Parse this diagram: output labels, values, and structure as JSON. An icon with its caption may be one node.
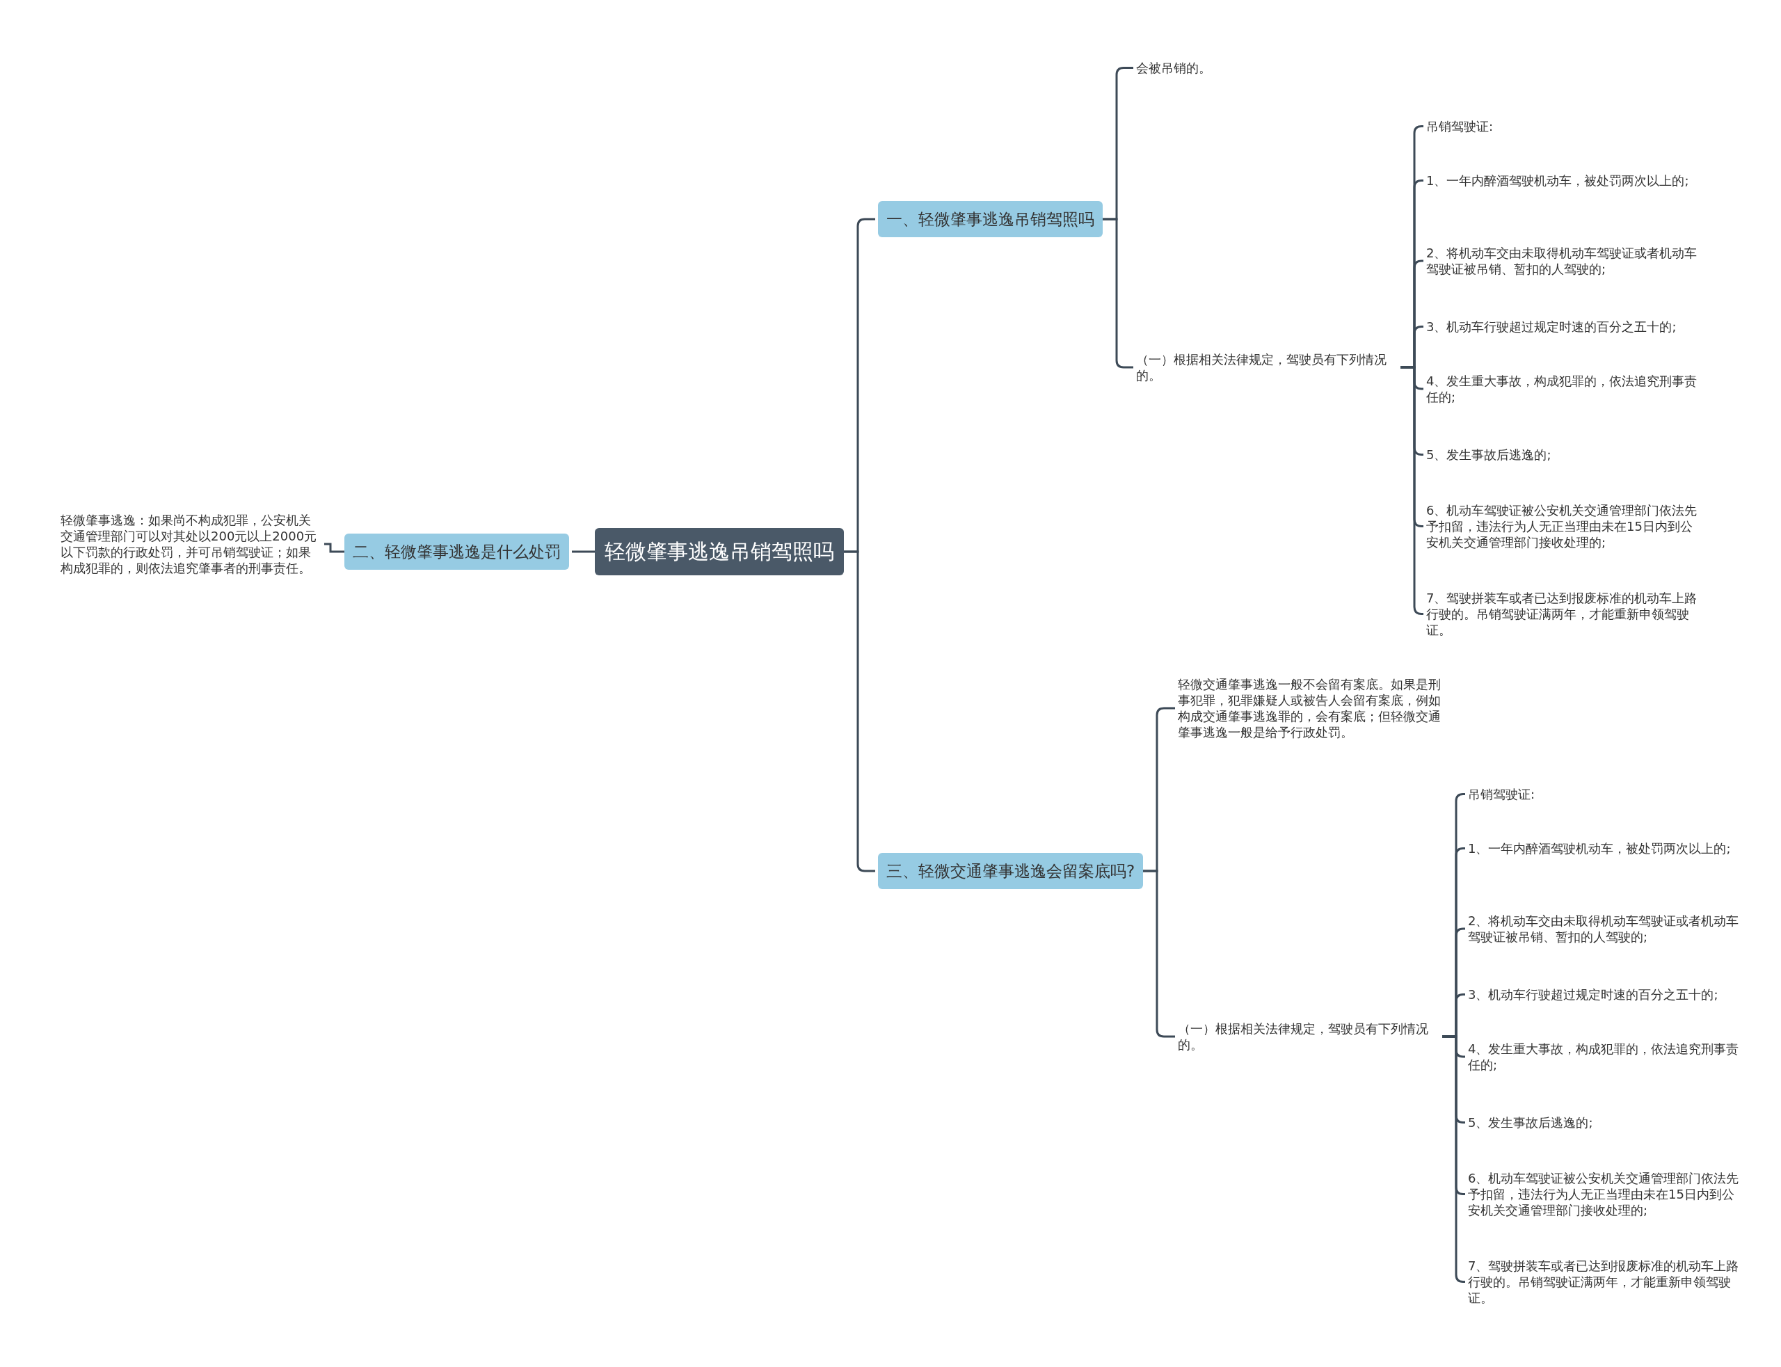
{
  "diagram": {
    "nodes": [
      {
        "text": [
          "轻微肇事逃逸吊销驾照吗"
        ]
      },
      {
        "text": [
          "一、轻微肇事逃逸吊销驾照吗"
        ]
      },
      {
        "text": [
          "会被吊销的。"
        ]
      },
      {
        "text": [
          "（一）根据相关法律规定，驾驶员有下列情况的。"
        ]
      },
      {
        "text": [
          "吊销驾驶证:"
        ]
      },
      {
        "text": [
          "1、一年内醉酒驾驶机动车，被处罚两次以上的;"
        ]
      },
      {
        "text": [
          "2、将机动车交由未取得机动车驾驶证或者机动车驾驶证被吊销、暂扣的人驾驶的;"
        ]
      },
      {
        "text": [
          "3、机动车行驶超过规定时速的百分之五十的;"
        ]
      },
      {
        "text": [
          "4、发生重大事故，构成犯罪的，依法追究刑事责任的;"
        ]
      },
      {
        "text": [
          "5、发生事故后逃逸的;"
        ]
      },
      {
        "text": [
          "6、机动车驾驶证被公安机关交通管理部门依法先予扣留，违法行为人无正当理由未在15日内到公安机关交通管理部门接收处理的;"
        ]
      },
      {
        "text": [
          "7、驾驶拼装车或者已达到报废标准的机动车上路行驶的。吊销驾驶证满两年，才能重新申领驾驶证。"
        ]
      },
      {
        "text": [
          "二、轻微肇事逃逸是什么处罚"
        ]
      },
      {
        "text": [
          "轻微肇事逃逸：如果尚不构成犯罪，公安机关交通管理部门可以对其处以200元以上2000元以下罚款的行政处罚，并可吊销驾驶证；如果构成犯罪的，则依法追究肇事者的刑事责任。"
        ]
      },
      {
        "text": [
          "三、轻微交通肇事逃逸会留案底吗?"
        ]
      },
      {
        "text": [
          "轻微交通肇事逃逸一般不会留有案底。如果是刑事犯罪，犯罪嫌疑人或被告人会留有案底，例如构成交通肇事逃逸罪的，会有案底；但轻微交通肇事逃逸一般是给予行政处罚。"
        ]
      },
      {
        "text": [
          "（一）根据相关法律规定，驾驶员有下列情况的。"
        ]
      },
      {
        "text": [
          "吊销驾驶证:"
        ]
      },
      {
        "text": [
          "1、一年内醉酒驾驶机动车，被处罚两次以上的;"
        ]
      },
      {
        "text": [
          "2、将机动车交由未取得机动车驾驶证或者机动车驾驶证被吊销、暂扣的人驾驶的;"
        ]
      },
      {
        "text": [
          "3、机动车行驶超过规定时速的百分之五十的;"
        ]
      },
      {
        "text": [
          "4、发生重大事故，构成犯罪的，依法追究刑事责任的;"
        ]
      },
      {
        "text": [
          "5、发生事故后逃逸的;"
        ]
      },
      {
        "text": [
          "6、机动车驾驶证被公安机关交通管理部门依法先予扣留，违法行为人无正当理由未在15日内到公安机关交通管理部门接收处理的;"
        ]
      },
      {
        "text": [
          "7、驾驶拼装车或者已达到报废标准的机动车上路行驶的。吊销驾驶证满两年，才能重新申领驾驶证。"
        ]
      }
    ],
    "edges": [
      {
        "from": 0,
        "to": 1,
        "arrow": "none"
      },
      {
        "from": 1,
        "to": 2,
        "arrow": "none"
      },
      {
        "from": 1,
        "to": 3,
        "arrow": "none"
      },
      {
        "from": 3,
        "to": 4,
        "arrow": "none"
      },
      {
        "from": 3,
        "to": 5,
        "arrow": "none"
      },
      {
        "from": 3,
        "to": 6,
        "arrow": "none"
      },
      {
        "from": 3,
        "to": 7,
        "arrow": "none"
      },
      {
        "from": 3,
        "to": 8,
        "arrow": "none"
      },
      {
        "from": 3,
        "to": 9,
        "arrow": "none"
      },
      {
        "from": 3,
        "to": 10,
        "arrow": "none"
      },
      {
        "from": 3,
        "to": 11,
        "arrow": "none"
      },
      {
        "from": 0,
        "to": 12,
        "arrow": "none"
      },
      {
        "from": 12,
        "to": 13,
        "arrow": "none"
      },
      {
        "from": 0,
        "to": 14,
        "arrow": "none"
      },
      {
        "from": 14,
        "to": 15,
        "arrow": "none"
      },
      {
        "from": 14,
        "to": 16,
        "arrow": "none"
      },
      {
        "from": 16,
        "to": 17,
        "arrow": "none"
      },
      {
        "from": 16,
        "to": 18,
        "arrow": "none"
      },
      {
        "from": 16,
        "to": 19,
        "arrow": "none"
      },
      {
        "from": 16,
        "to": 20,
        "arrow": "none"
      },
      {
        "from": 16,
        "to": 21,
        "arrow": "none"
      },
      {
        "from": 16,
        "to": 22,
        "arrow": "none"
      },
      {
        "from": 16,
        "to": 23,
        "arrow": "none"
      },
      {
        "from": 16,
        "to": 24,
        "arrow": "none"
      }
    ]
  }
}
